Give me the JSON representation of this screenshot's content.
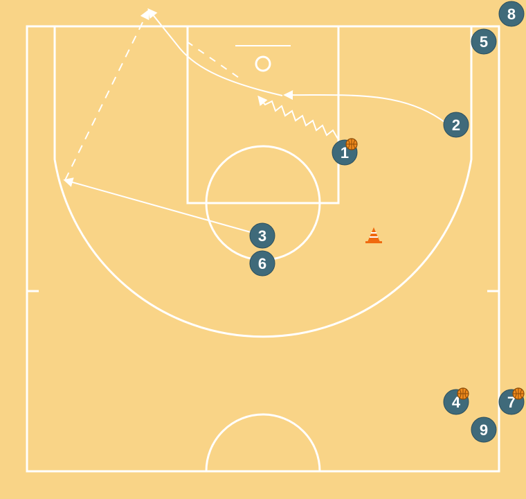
{
  "colors": {
    "court": "#f9d487",
    "lines": "#ffffff",
    "player": "#3f6a7a",
    "ball": "#f08a1c",
    "cone": "#f06a10"
  },
  "players": [
    {
      "id": "p1",
      "label": "1",
      "has_ball": true
    },
    {
      "id": "p2",
      "label": "2",
      "has_ball": false
    },
    {
      "id": "p3",
      "label": "3",
      "has_ball": false
    },
    {
      "id": "p4",
      "label": "4",
      "has_ball": true
    },
    {
      "id": "p5",
      "label": "5",
      "has_ball": false
    },
    {
      "id": "p6",
      "label": "6",
      "has_ball": false
    },
    {
      "id": "p7",
      "label": "7",
      "has_ball": true
    },
    {
      "id": "p8",
      "label": "8",
      "has_ball": false
    },
    {
      "id": "p9",
      "label": "9",
      "has_ball": false
    }
  ],
  "actions": [
    {
      "type": "dribble",
      "from": "1"
    },
    {
      "type": "cut",
      "from": "2"
    },
    {
      "type": "cut",
      "from": "3"
    },
    {
      "type": "pass",
      "to": "corner"
    },
    {
      "type": "cut",
      "to": "top-left"
    }
  ],
  "icons": [
    "cone-icon",
    "basketball-icon"
  ]
}
